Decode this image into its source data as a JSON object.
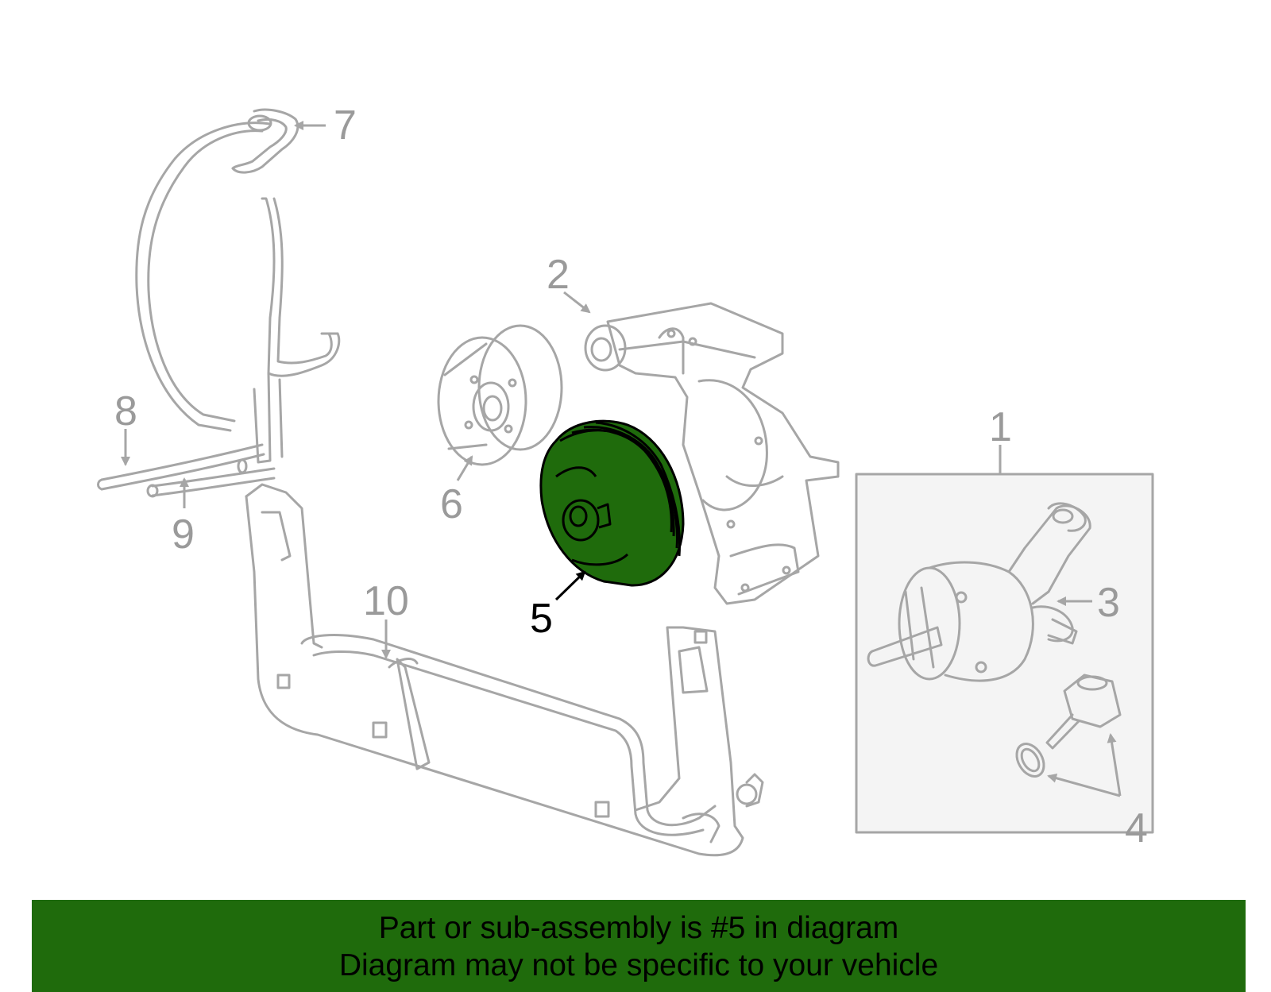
{
  "colors": {
    "line": "#a6a6a6",
    "highlight_fill": "#1f6b0c",
    "highlight_stroke": "#000000",
    "banner": "#1f6b0c",
    "inset_bg": "#f4f4f4"
  },
  "callouts": {
    "c1": "1",
    "c2": "2",
    "c3": "3",
    "c4": "4",
    "c5": "5",
    "c6": "6",
    "c7": "7",
    "c8": "8",
    "c9": "9",
    "c10": "10"
  },
  "banner": {
    "line1": "Part or sub-assembly is #5 in diagram",
    "line2": "Diagram may not be specific to your vehicle"
  }
}
